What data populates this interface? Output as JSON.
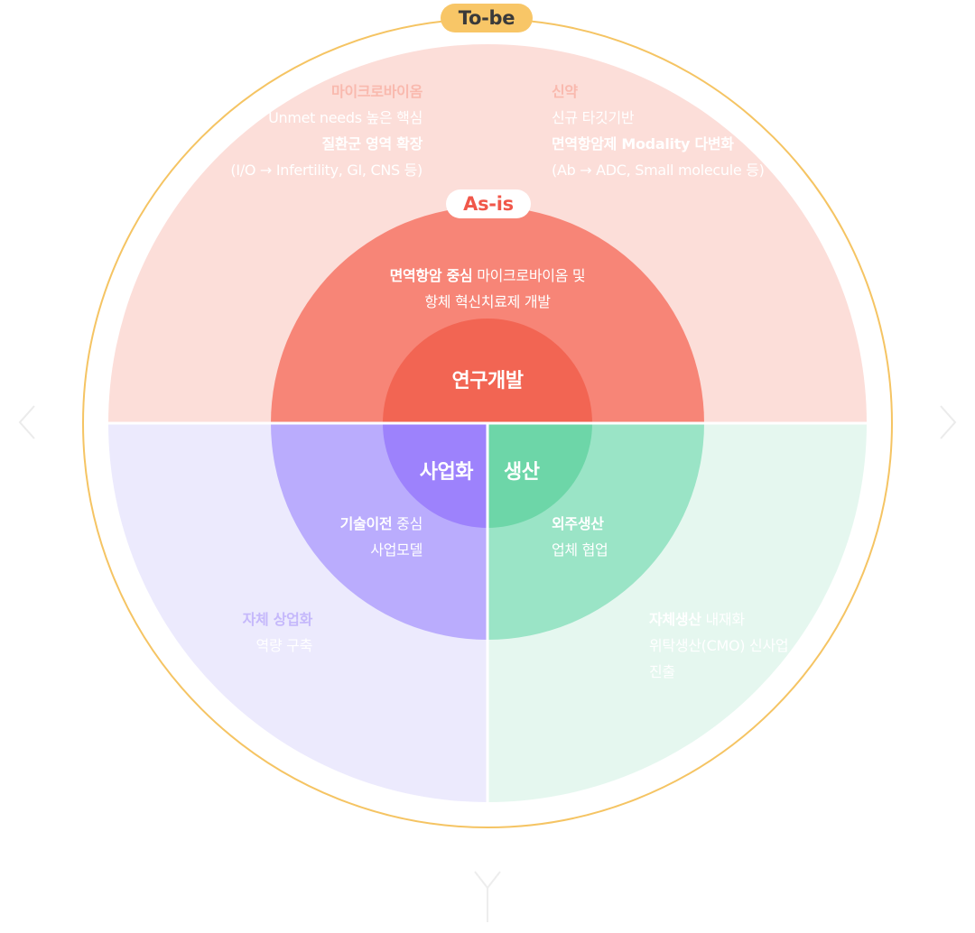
{
  "colors": {
    "tobe_ring": "#f5c463",
    "tobe_pill": "#f8c667",
    "tobe_top": "#fcded9",
    "tobe_left": "#eceafd",
    "tobe_right": "#e5f7ef",
    "asis_top": "#f78577",
    "asis_left": "#baacfd",
    "asis_right": "#9ae4c6",
    "core_top": "#f26553",
    "core_left": "#9d82fc",
    "core_right": "#6dd6a8",
    "asis_pill_text": "#f0574a"
  },
  "labels": {
    "tobe": "To-be",
    "asis": "As-is",
    "rnd": "연구개발",
    "commercialization": "사업화",
    "production": "생산"
  },
  "asis": {
    "top": {
      "bold": "면역항암 중심",
      "line1_rest": " 마이크로바이옴 및",
      "line2": "항체 혁신치료제 개발"
    },
    "left": {
      "bold": "기술이전",
      "line1_rest": " 중심",
      "line2": "사업모델"
    },
    "right": {
      "bold": "외주생산",
      "line2": "업체 협업"
    }
  },
  "tobe": {
    "microbiome": {
      "title": "마이크로바이옴",
      "line2": "Unmet needs 높은 핵심",
      "line3": "질환군 영역 확장",
      "line4": "(I/O → Infertility, GI, CNS 등)"
    },
    "drug": {
      "title": "신약",
      "line2": "신규 타깃기반",
      "line3": "면역항암제 Modality 다변화",
      "line4": "(Ab → ADC, Small molecule 등)"
    },
    "commercial": {
      "bold": "자체 상업화",
      "line2": "역량 구축"
    },
    "manufacturing": {
      "bold": "자체생산",
      "line1_rest": " 내재화",
      "line2": "위탁생산(CMO) 신사업",
      "line3": "진출"
    }
  },
  "nav": {
    "prev_icon": "chevron-left-icon",
    "next_icon": "chevron-right-icon",
    "down_icon": "chevron-down-icon"
  }
}
